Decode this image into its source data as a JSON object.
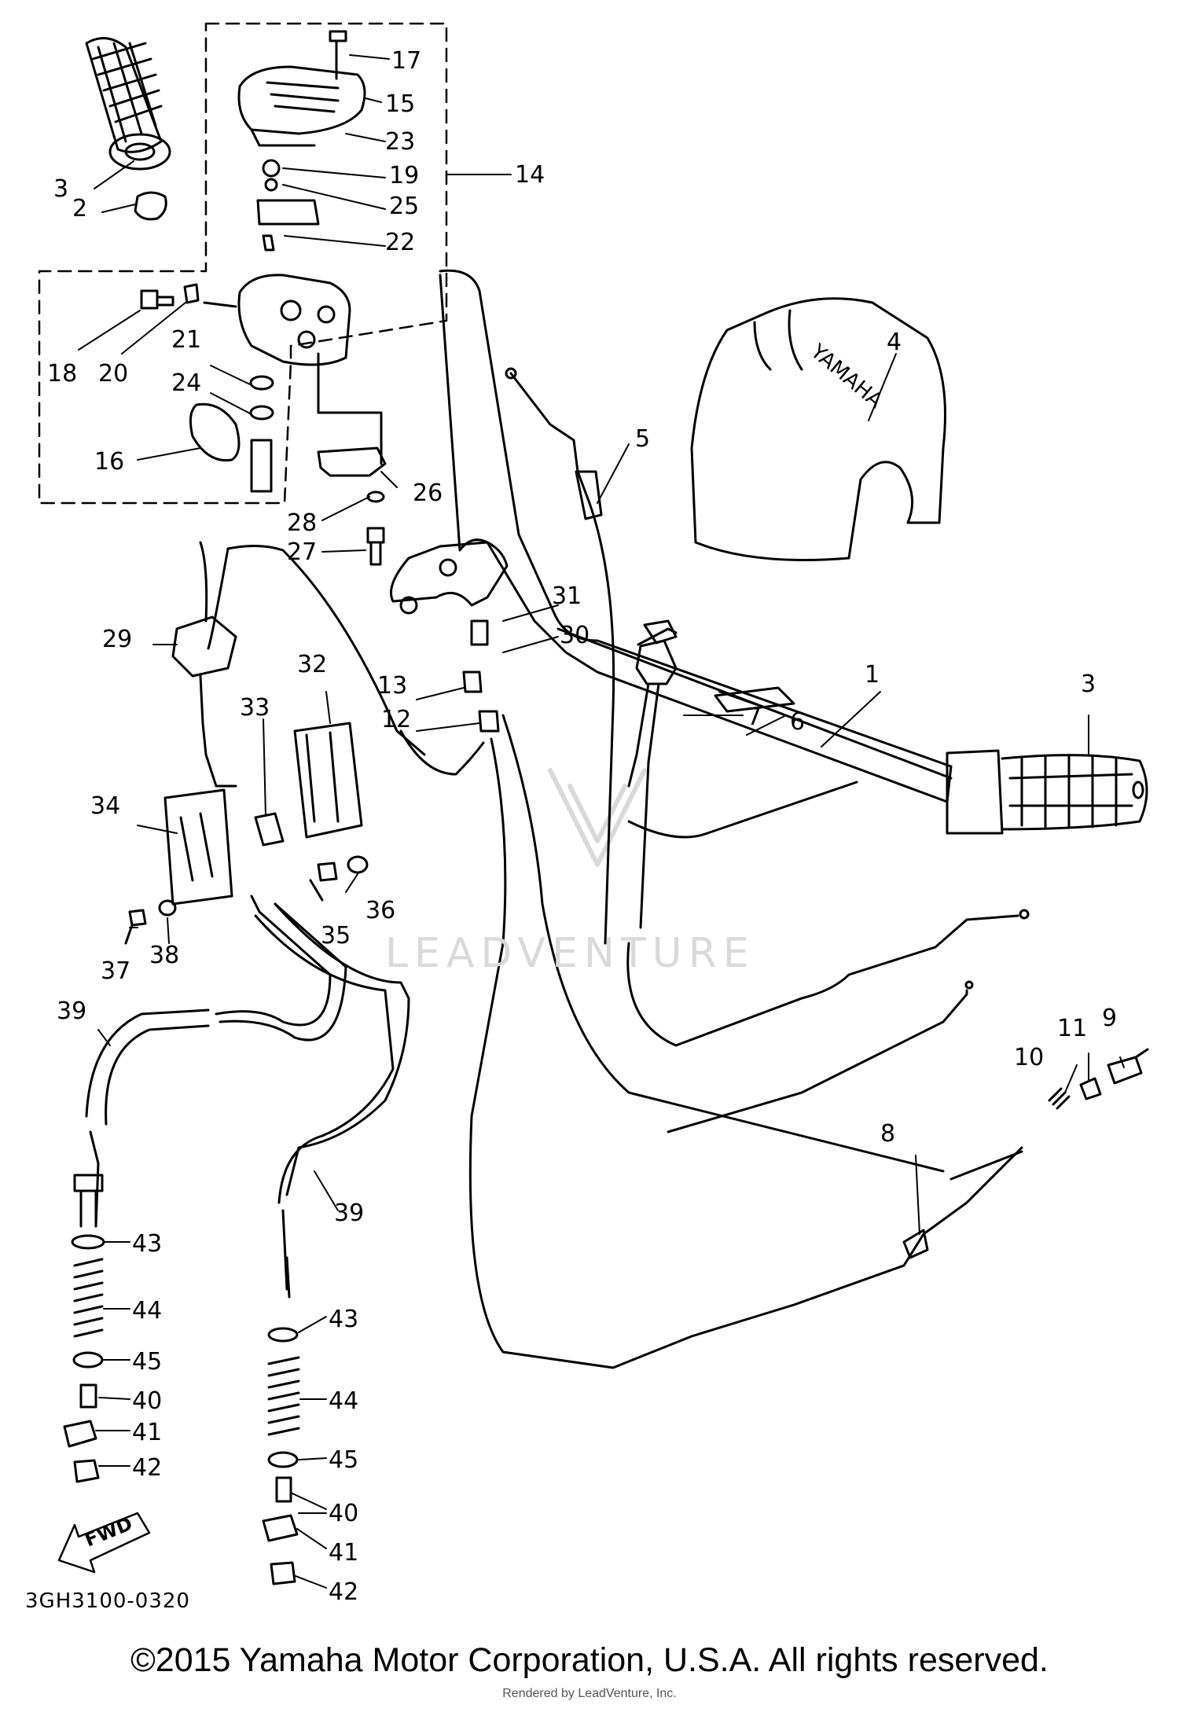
{
  "diagram": {
    "drawing_code": "3GH3100-0320",
    "direction_arrow": "FWD",
    "brand_on_cover": "YAMAHA",
    "watermark": "LEADVENTURE",
    "callouts": [
      "1",
      "2",
      "3",
      "3",
      "4",
      "5",
      "6",
      "7",
      "8",
      "9",
      "10",
      "11",
      "12",
      "13",
      "14",
      "15",
      "16",
      "17",
      "18",
      "19",
      "20",
      "21",
      "22",
      "23",
      "24",
      "25",
      "26",
      "27",
      "28",
      "29",
      "30",
      "31",
      "32",
      "33",
      "34",
      "35",
      "36",
      "37",
      "38",
      "39",
      "39",
      "40",
      "40",
      "41",
      "41",
      "42",
      "42",
      "43",
      "43",
      "44",
      "44",
      "45",
      "45"
    ]
  },
  "footer": {
    "copyright": "©2015 Yamaha Motor Corporation, U.S.A. All rights reserved.",
    "rendered_by": "Rendered by LeadVenture, Inc."
  }
}
